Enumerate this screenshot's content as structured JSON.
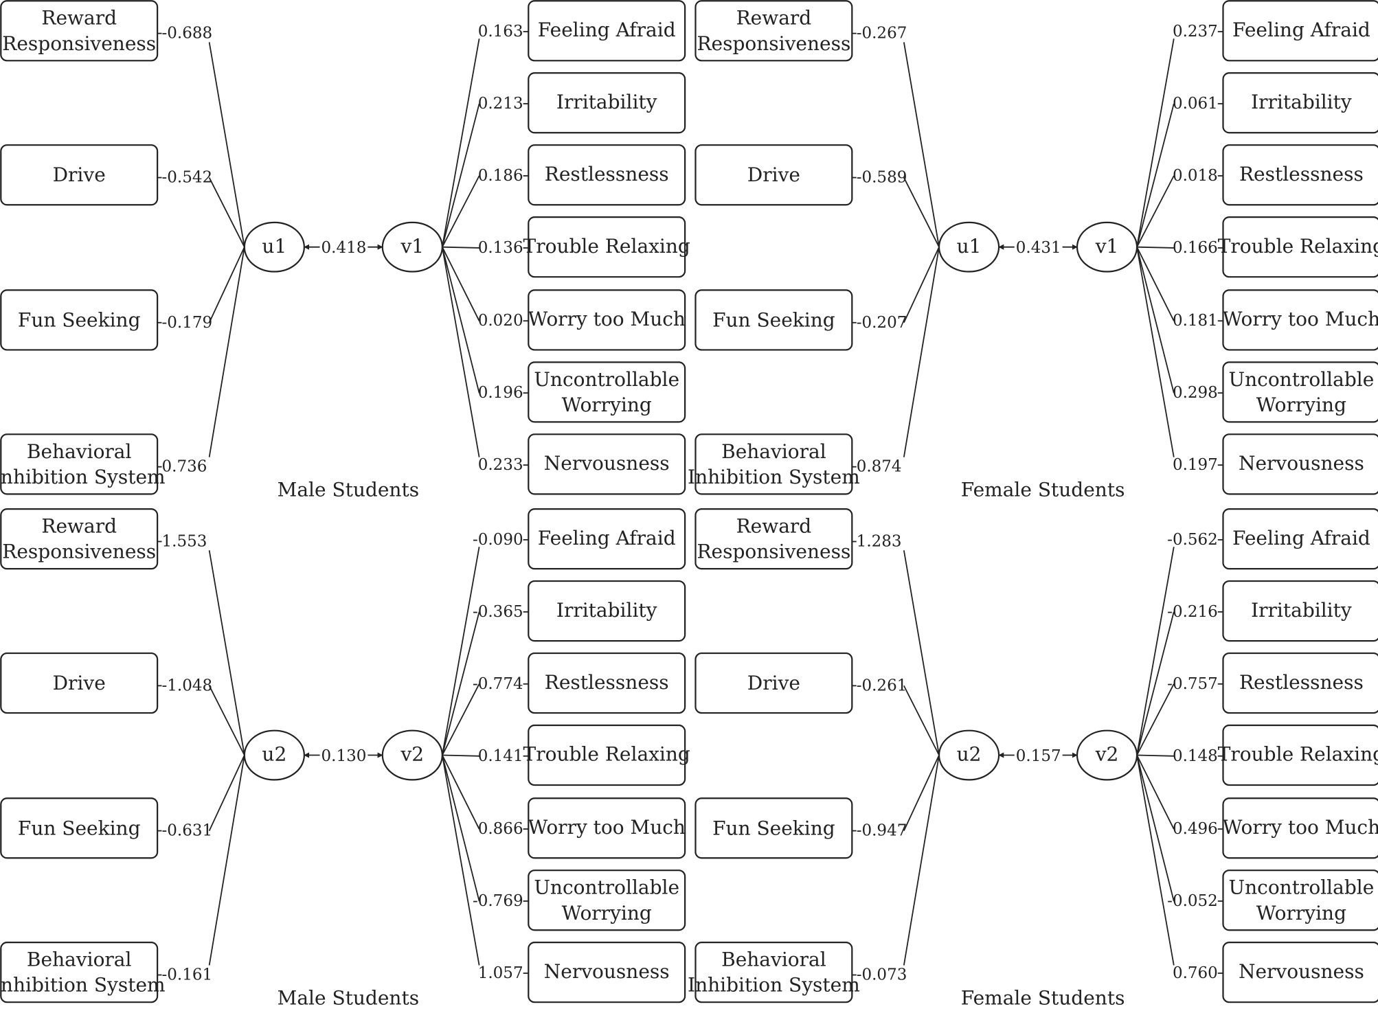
{
  "box_labels": {
    "left": [
      [
        "Reward",
        "Responsiveness"
      ],
      [
        "Drive"
      ],
      [
        "Fun Seeking"
      ],
      [
        "Behavioral",
        "Inhibition System"
      ]
    ],
    "right": [
      [
        "Feeling Afraid"
      ],
      [
        "Irritability"
      ],
      [
        "Restlessness"
      ],
      [
        "Trouble Relaxing"
      ],
      [
        "Worry too Much"
      ],
      [
        "Uncontrollable",
        "Worrying"
      ],
      [
        "Nervousness"
      ]
    ]
  },
  "panels": [
    {
      "id": "male-1",
      "title": "Male Students",
      "u": "u1",
      "v": "v1",
      "corr": "0.418",
      "u_loadings": [
        "-0.688",
        "-0.542",
        "-0.179",
        "0.736"
      ],
      "v_loadings": [
        "0.163",
        "0.213",
        "0.186",
        "0.136",
        "0.020",
        "0.196",
        "0.233"
      ]
    },
    {
      "id": "female-1",
      "title": "Female Students",
      "u": "u1",
      "v": "v1",
      "corr": "0.431",
      "u_loadings": [
        "-0.267",
        "-0.589",
        "-0.207",
        "0.874"
      ],
      "v_loadings": [
        "0.237",
        "0.061",
        "0.018",
        "0.166",
        "0.181",
        "0.298",
        "0.197"
      ]
    },
    {
      "id": "male-2",
      "title": "Male Students",
      "u": "u2",
      "v": "v2",
      "corr": "0.130",
      "u_loadings": [
        "1.553",
        "-1.048",
        "-0.631",
        "-0.161"
      ],
      "v_loadings": [
        "-0.090",
        "-0.365",
        "-0.774",
        "0.141",
        "0.866",
        "-0.769",
        "1.057"
      ]
    },
    {
      "id": "female-2",
      "title": "Female Students",
      "u": "u2",
      "v": "v2",
      "corr": "0.157",
      "u_loadings": [
        "1.283",
        "-0.261",
        "-0.947",
        "-0.073"
      ],
      "v_loadings": [
        "-0.562",
        "-0.216",
        "-0.757",
        "0.148",
        "0.496",
        "-0.052",
        "0.760"
      ]
    }
  ]
}
